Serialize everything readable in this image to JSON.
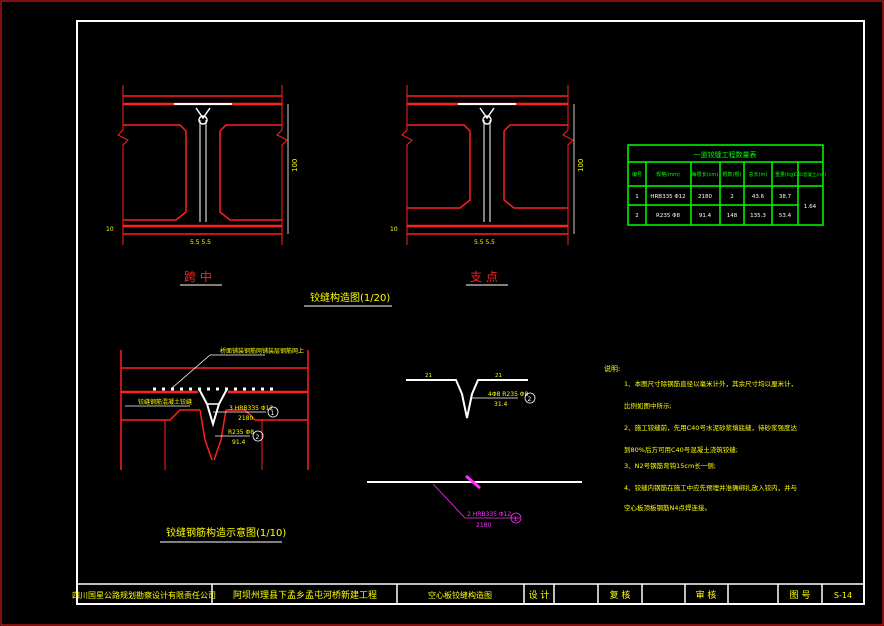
{
  "title_block": {
    "company": "四川国星公路规划勘察设计有限责任公司",
    "project": "阿坝州理县下孟乡孟屯河桥新建工程",
    "drawing_name": "空心板铰缝构造图",
    "design_label": "设 计",
    "review_label": "复 核",
    "approve_label": "审 核",
    "drawing_no_label": "图 号",
    "drawing_no": "S-14"
  },
  "views": {
    "mid_span_label": "跨 中",
    "pivot_label": "支 点",
    "hinge_detail_title": "铰缝构造图(1/20)",
    "hinge_rebar_title": "铰缝钢筋构造示意图(1/10)",
    "leader_top": "桥面铺装钢筋网铺装层钢筋网上",
    "leader_side": "铰缝钢筋混凝土铰缝",
    "rebar_3_mark": "3 HRB335 Φ12",
    "rebar_3_len": "2180",
    "rebar_2_mark": "R235 Φ8",
    "rebar_2_len": "91.4",
    "detail_mark": "4Φ8 R235 Φ8",
    "detail_len": "31.4",
    "detail_dim_a": "21",
    "detail_dim_b": "21",
    "bottom_mark": "2 HRB335 Φ12",
    "bottom_len": "2180",
    "dim_height": "100",
    "dim_bottom": "5.5  5.5",
    "dim_left": "10",
    "circle_1": "1",
    "circle_2": "2"
  },
  "quantity_table": {
    "title": "一道铰缝工程数量表",
    "headers": [
      "编号",
      "规格(mm)",
      "每根长(cm)",
      "根数(根)",
      "总长(m)",
      "重量(kg)",
      "C40混凝土(m³)"
    ],
    "rows": [
      [
        "1",
        "HRB335 Φ12",
        "2180",
        "2",
        "43.6",
        "38.7",
        "1.64"
      ],
      [
        "2",
        "R235 Φ8",
        "91.4",
        "148",
        "135.3",
        "53.4",
        ""
      ]
    ]
  },
  "notes": {
    "heading": "说明:",
    "items": [
      "1、本图尺寸除钢筋直径以毫米计外，其余尺寸均以厘米计，",
      "    比例如图中所示;",
      "2、施工铰缝前，先用C40号水泥砂浆填底缝，待砂浆强度达",
      "    到80%后方可用C40号混凝土浇筑铰缝;",
      "3、N2号钢筋弯钩15cm长一侧;",
      "4、铰缝内钢筋在施工中应先预埋并准确绑扎放入铰内，并与",
      "    空心板顶板钢筋N4点焊连接。"
    ]
  },
  "colors": {
    "frame": "#ffffff",
    "structure": "#ff2020",
    "text_yellow": "#ffff00",
    "table": "#00ff00",
    "magenta": "#ff30ff"
  }
}
